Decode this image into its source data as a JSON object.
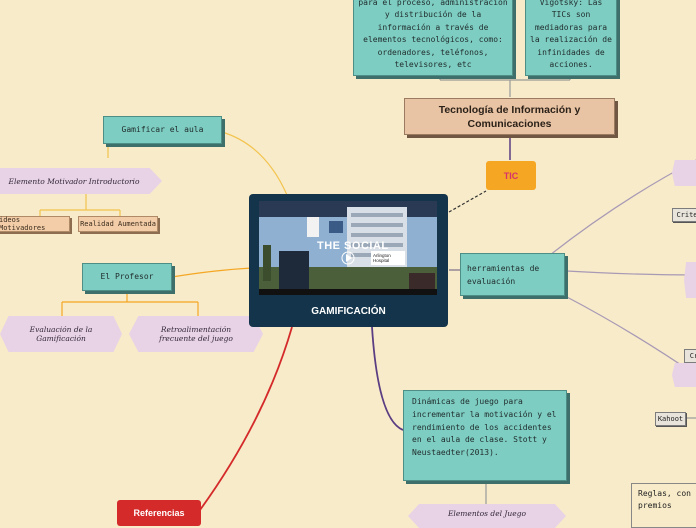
{
  "center": {
    "title": "GAMIFICACIÓN",
    "video_overlay": "THE SOCIAL",
    "hospital_sign": "Arlington Hospital"
  },
  "nodes": {
    "top_left_text": "para el proceso, administración y distribución de la información a través de elementos tecnológicos, como: ordenadores, teléfonos, televisores, etc",
    "top_right_text": "Vigotsky: Las TICs son mediadoras para la realización de infinidades de acciones.",
    "tecnologia": "Tecnología de Información y Comunicaciones",
    "tic": "TIC",
    "gamificar": "Gamificar el aula",
    "motivador": "Elemento Motivador Introductorio",
    "videos": "ideos Motivadores",
    "realidad": "Realidad Aumentada",
    "profesor": "El Profesor",
    "evaluacion": "Evaluación de la Gamificación",
    "retro": "Retroalimentación frecuente del juego",
    "herramientas": "herramientas de evaluación",
    "dinamicas": "Dinámicas de juego para incrementar la motivación y el rendimiento de los accidentes en el aula de clase. Stott y Neustaedter(2013).",
    "referencias": "Referencias",
    "elementos": "Elementos del Juego",
    "reglas": "Reglas, con premios",
    "crite1": "Crite",
    "cr2": "Cr",
    "kahoot": "Kahoot"
  },
  "colors": {
    "teal": "#7ecdc2",
    "lavender": "#e8d2e6",
    "tan": "#f2cda8",
    "tic_orange": "#f5a623",
    "tic_text": "#d6336c",
    "referencias_red": "#d42a2a",
    "center_navy": "#13344a",
    "background": "#f7ebc9"
  }
}
